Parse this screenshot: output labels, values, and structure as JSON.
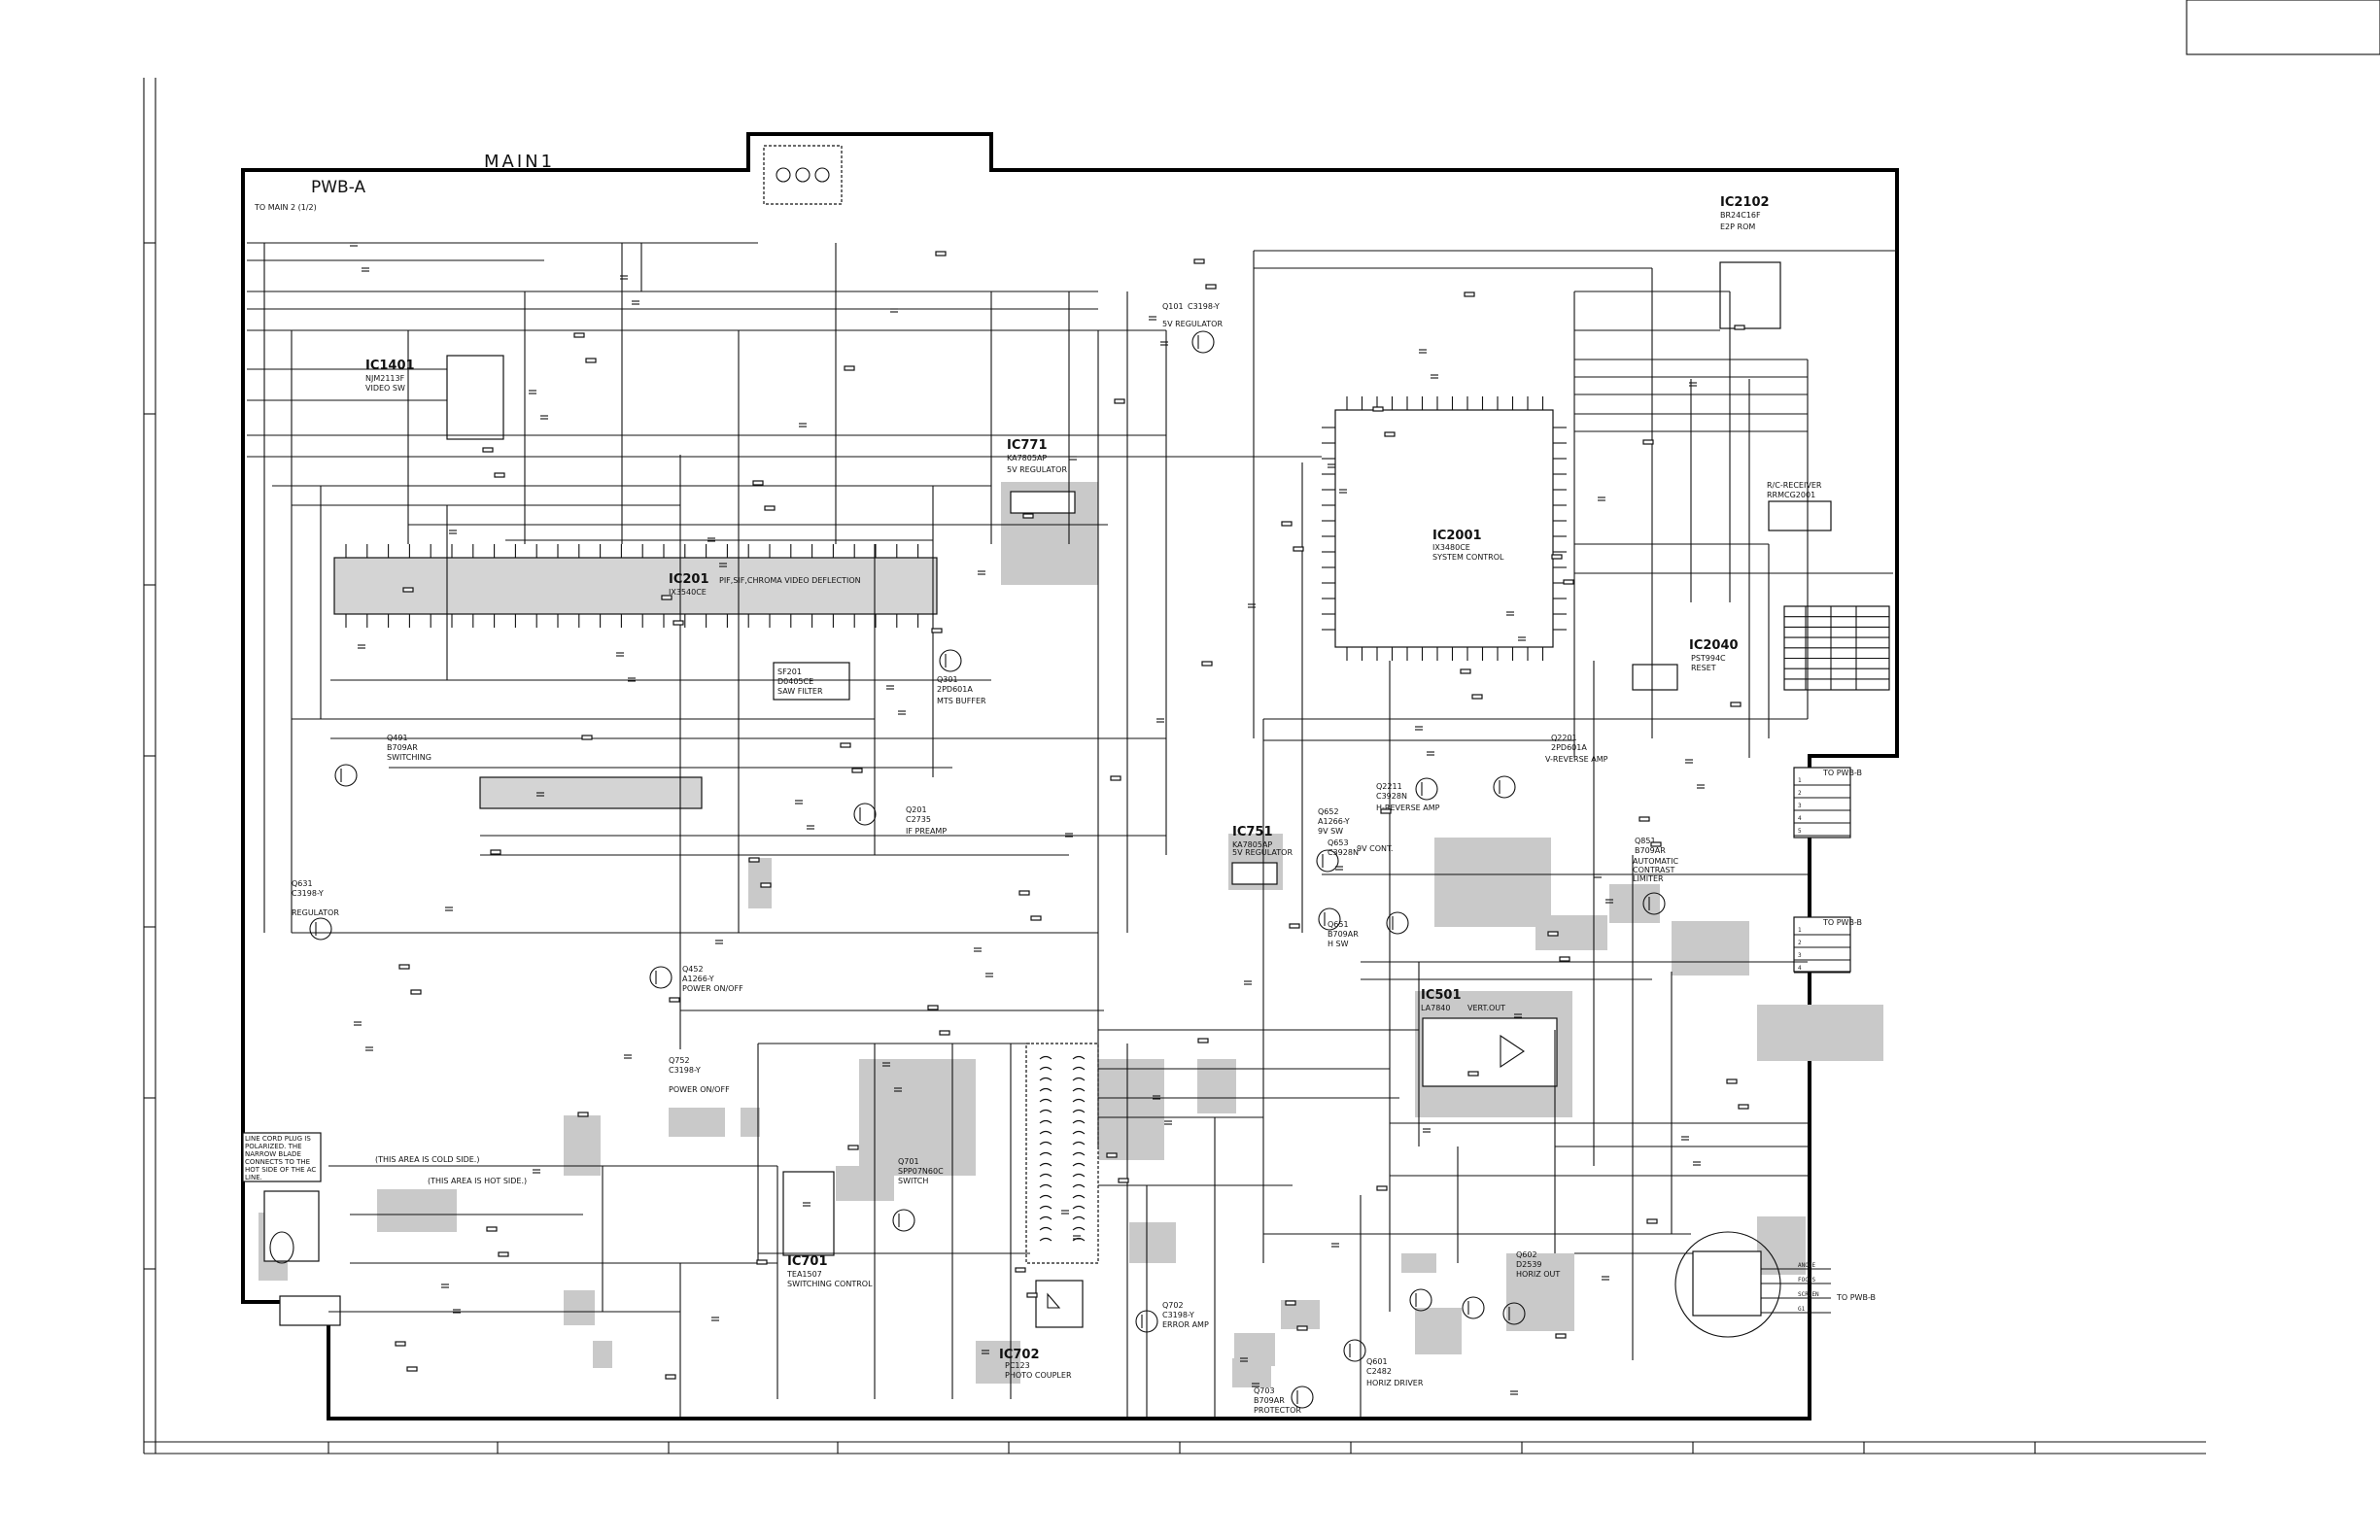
{
  "sheet": {
    "main_label": "MAIN1",
    "pwb_label": "PWB-A",
    "to_main2": "TO MAIN 2 (1/2)"
  },
  "components": {
    "ic1401": {
      "name": "IC1401",
      "part": "NJM2113F",
      "function": "VIDEO SW"
    },
    "ic201": {
      "name": "IC201",
      "part": "IX3540CE",
      "function": "PIF,SIF,CHROMA VIDEO DEFLECTION"
    },
    "ic771": {
      "name": "IC771",
      "part": "KA7805AP",
      "function": "5V REGULATOR"
    },
    "ic2001": {
      "name": "IC2001",
      "part": "IX3480CE",
      "function": "SYSTEM CONTROL"
    },
    "ic2102": {
      "name": "IC2102",
      "part": "BR24C16F",
      "function": "E2P ROM"
    },
    "ic2040": {
      "name": "IC2040",
      "part": "PST994C",
      "function": "RESET"
    },
    "ic751": {
      "name": "IC751",
      "part": "KA7805AP",
      "function": "5V REGULATOR"
    },
    "ic501": {
      "name": "IC501",
      "part": "LA7840",
      "function": "VERT.OUT"
    },
    "ic701": {
      "name": "IC701",
      "part": "TEA1507",
      "function": "SWITCHING CONTROL"
    },
    "ic702": {
      "name": "IC702",
      "part": "PC123",
      "function": "PHOTO COUPLER"
    },
    "sf201": {
      "name": "SF201",
      "part": "D0405CE",
      "function": "SAW FILTER"
    },
    "q101": {
      "name": "Q101",
      "part": "C3198-Y",
      "function": "5V REGULATOR"
    },
    "q301": {
      "name": "Q301",
      "part": "2PD601A",
      "function": "MTS BUFFER"
    },
    "q201": {
      "name": "Q201",
      "part": "C2735",
      "function": "IF PREAMP"
    },
    "q452": {
      "name": "Q452",
      "part": "A1266-Y",
      "function": "POWER ON/OFF"
    },
    "q752": {
      "name": "Q752",
      "part": "C3198-Y",
      "function": "POWER ON/OFF"
    },
    "q491": {
      "name": "Q491",
      "part": "B709AR",
      "function": "SWITCHING"
    },
    "q631": {
      "name": "Q631",
      "part": "C3198-Y",
      "function": "REGULATOR"
    },
    "q652": {
      "name": "Q652",
      "part": "A1266-Y",
      "function": "9V SW"
    },
    "q653": {
      "name": "Q653",
      "part": "C3928N",
      "function": "9V CONT."
    },
    "q651": {
      "name": "Q651",
      "part": "B709AR",
      "function": "H SW"
    },
    "q2201": {
      "name": "Q2201",
      "part": "2PD601A",
      "function": "V-REVERSE AMP"
    },
    "q2211": {
      "name": "Q2211",
      "part": "C3928N",
      "function": "H-REVERSE AMP"
    },
    "q851": {
      "name": "Q851",
      "part": "B709AR",
      "function": "AUTOMATIC CONTRAST LIMITER"
    },
    "q601": {
      "name": "Q601",
      "part": "C2482",
      "function": "HORIZ DRIVER"
    },
    "q602": {
      "name": "Q602",
      "part": "D2539",
      "function": "HORIZ OUT"
    },
    "q702": {
      "name": "Q702",
      "part": "C3198-Y",
      "function": "ERROR AMP"
    },
    "q703": {
      "name": "Q703",
      "part": "B709AR",
      "function": "PROTECTOR"
    },
    "q701": {
      "name": "Q701",
      "part": "SPP07N60C",
      "function": "SWITCH"
    }
  },
  "connectors": {
    "to_pwb_b_top": "TO PWB-B",
    "to_pwb_b_mid": "TO PWB-B",
    "to_pwb_b_crt": "TO PWB-B",
    "top_pins": [
      "1",
      "2",
      "3",
      "4",
      "5"
    ],
    "mid_pins": [
      "1",
      "2",
      "3",
      "4"
    ],
    "crt_pins": [
      "ANODE",
      "FOCUS",
      "SCREEN",
      "G1"
    ]
  },
  "notes": {
    "line_cord": "LINE CORD PLUG IS POLARIZED. THE NARROW BLADE CONNECTS TO THE HOT SIDE OF THE AC LINE.",
    "cold_side": "(THIS AREA IS COLD SIDE.)",
    "hot_side": "(THIS AREA IS HOT SIDE.)",
    "rc_receiver": "R/C-RECEIVER",
    "rc_part": "RRMCG2001"
  },
  "table": {
    "headers": [
      "",
      "",
      "",
      ""
    ],
    "rows": 8
  },
  "colors": {
    "ink": "#111111",
    "shade": "#c9c9c9",
    "paper": "#ffffff"
  }
}
